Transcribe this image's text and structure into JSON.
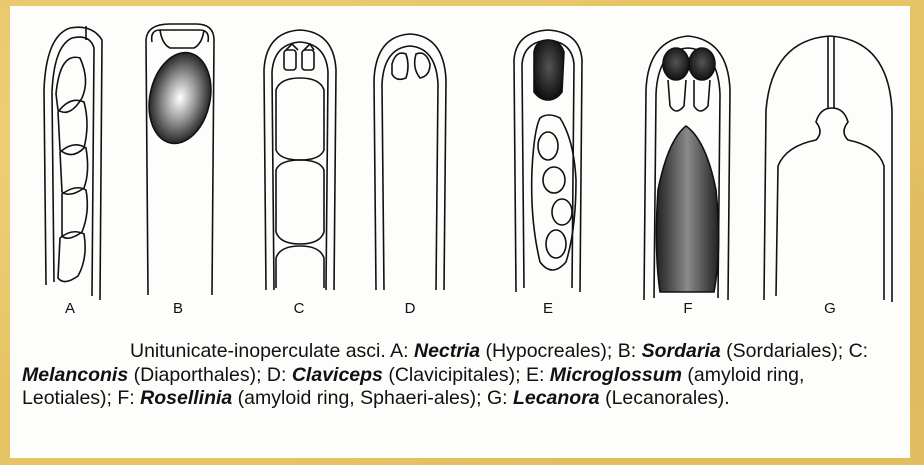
{
  "labels": {
    "a": "A",
    "b": "B",
    "c": "C",
    "d": "D",
    "e": "E",
    "f": "F",
    "g": "G"
  },
  "caption": {
    "lead": "Unitunicate-inoperculate asci. A: ",
    "a_genus": "Nectria",
    "a_rest": " (Hypocreales); B: ",
    "b_genus": "Sordaria",
    "b_rest": " (Sordariales); C: ",
    "c_genus": "Melanconis",
    "c_rest": " (Diaporthales); D: ",
    "d_genus": "Claviceps",
    "d_rest": " (Clavicipitales); E: ",
    "e_genus": "Microglossum",
    "e_rest": " (amyloid ring, Leotiales); F: ",
    "f_genus": "Rosellinia",
    "f_rest": " (amyloid ring, Sphaeri-ales); G: ",
    "g_genus": "Lecanora",
    "g_rest": " (Lecanorales)."
  },
  "colors": {
    "background": "#e6c466",
    "panel": "#fdfdfb",
    "ink": "#111111"
  }
}
